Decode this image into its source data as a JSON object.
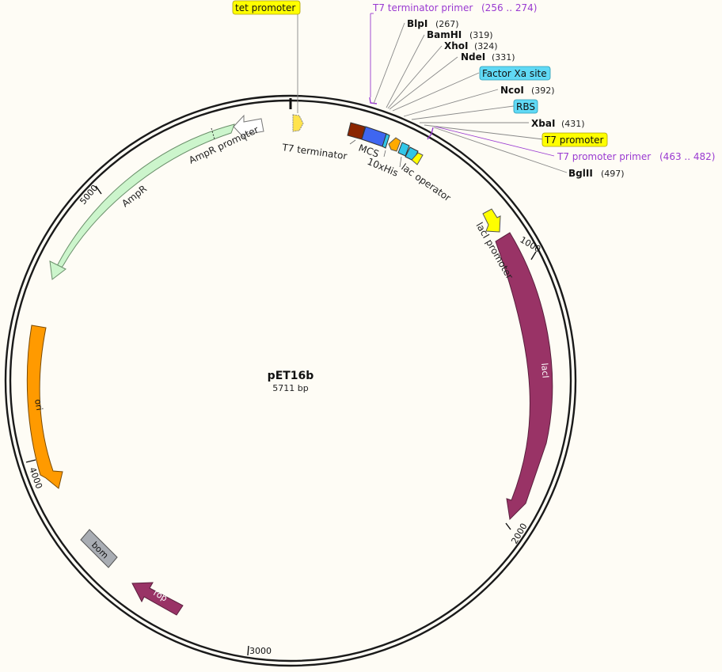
{
  "plasmid": {
    "name": "pET16b",
    "length": "5711 bp"
  },
  "ticks": [
    "1000",
    "2000",
    "3000",
    "4000",
    "5000"
  ],
  "features": {
    "amp_r": "AmpR",
    "amp_r_promoter": "AmpR promoter",
    "t7_terminator": "T7 terminator",
    "mcs": "MCS",
    "his_tag": "10xHis",
    "lac_operator": "lac operator",
    "laci_promoter": "lacI promoter",
    "laci": "lacI",
    "ori": "ori",
    "rop": "rop",
    "bom": "bom"
  },
  "labels": {
    "tet_promoter": "tet promoter",
    "t7_terminator_primer": "T7 terminator primer",
    "t7_terminator_primer_range": "(256 .. 274)",
    "factor_xa": "Factor Xa site",
    "rbs": "RBS",
    "t7_promoter": "T7 promoter",
    "t7_promoter_primer": "T7 promoter primer",
    "t7_promoter_primer_range": "(463 .. 482)"
  },
  "sites": {
    "blpi": {
      "name": "BlpI",
      "pos": "(267)"
    },
    "bamhi": {
      "name": "BamHI",
      "pos": "(319)"
    },
    "xhoi": {
      "name": "XhoI",
      "pos": "(324)"
    },
    "ndei": {
      "name": "NdeI",
      "pos": "(331)"
    },
    "ncoi": {
      "name": "NcoI",
      "pos": "(392)"
    },
    "xbai": {
      "name": "XbaI",
      "pos": "(431)"
    },
    "bglii": {
      "name": "BglII",
      "pos": "(497)"
    }
  },
  "colors": {
    "backbone": "#1a1a1a",
    "amp_r": "#ccf5cc",
    "laci": "#993366",
    "ori": "#ff9a00",
    "rop": "#993366",
    "bom": "#a9adb3",
    "promoter": "#ffff00",
    "terminator": "#ffe34d",
    "operator": "#31c6e8",
    "mcs": "#8b2500",
    "his": "#3f66f0",
    "primer": "#9a3ad1",
    "label_yellow": "#ffff00",
    "label_cyan": "#60d9f5"
  }
}
